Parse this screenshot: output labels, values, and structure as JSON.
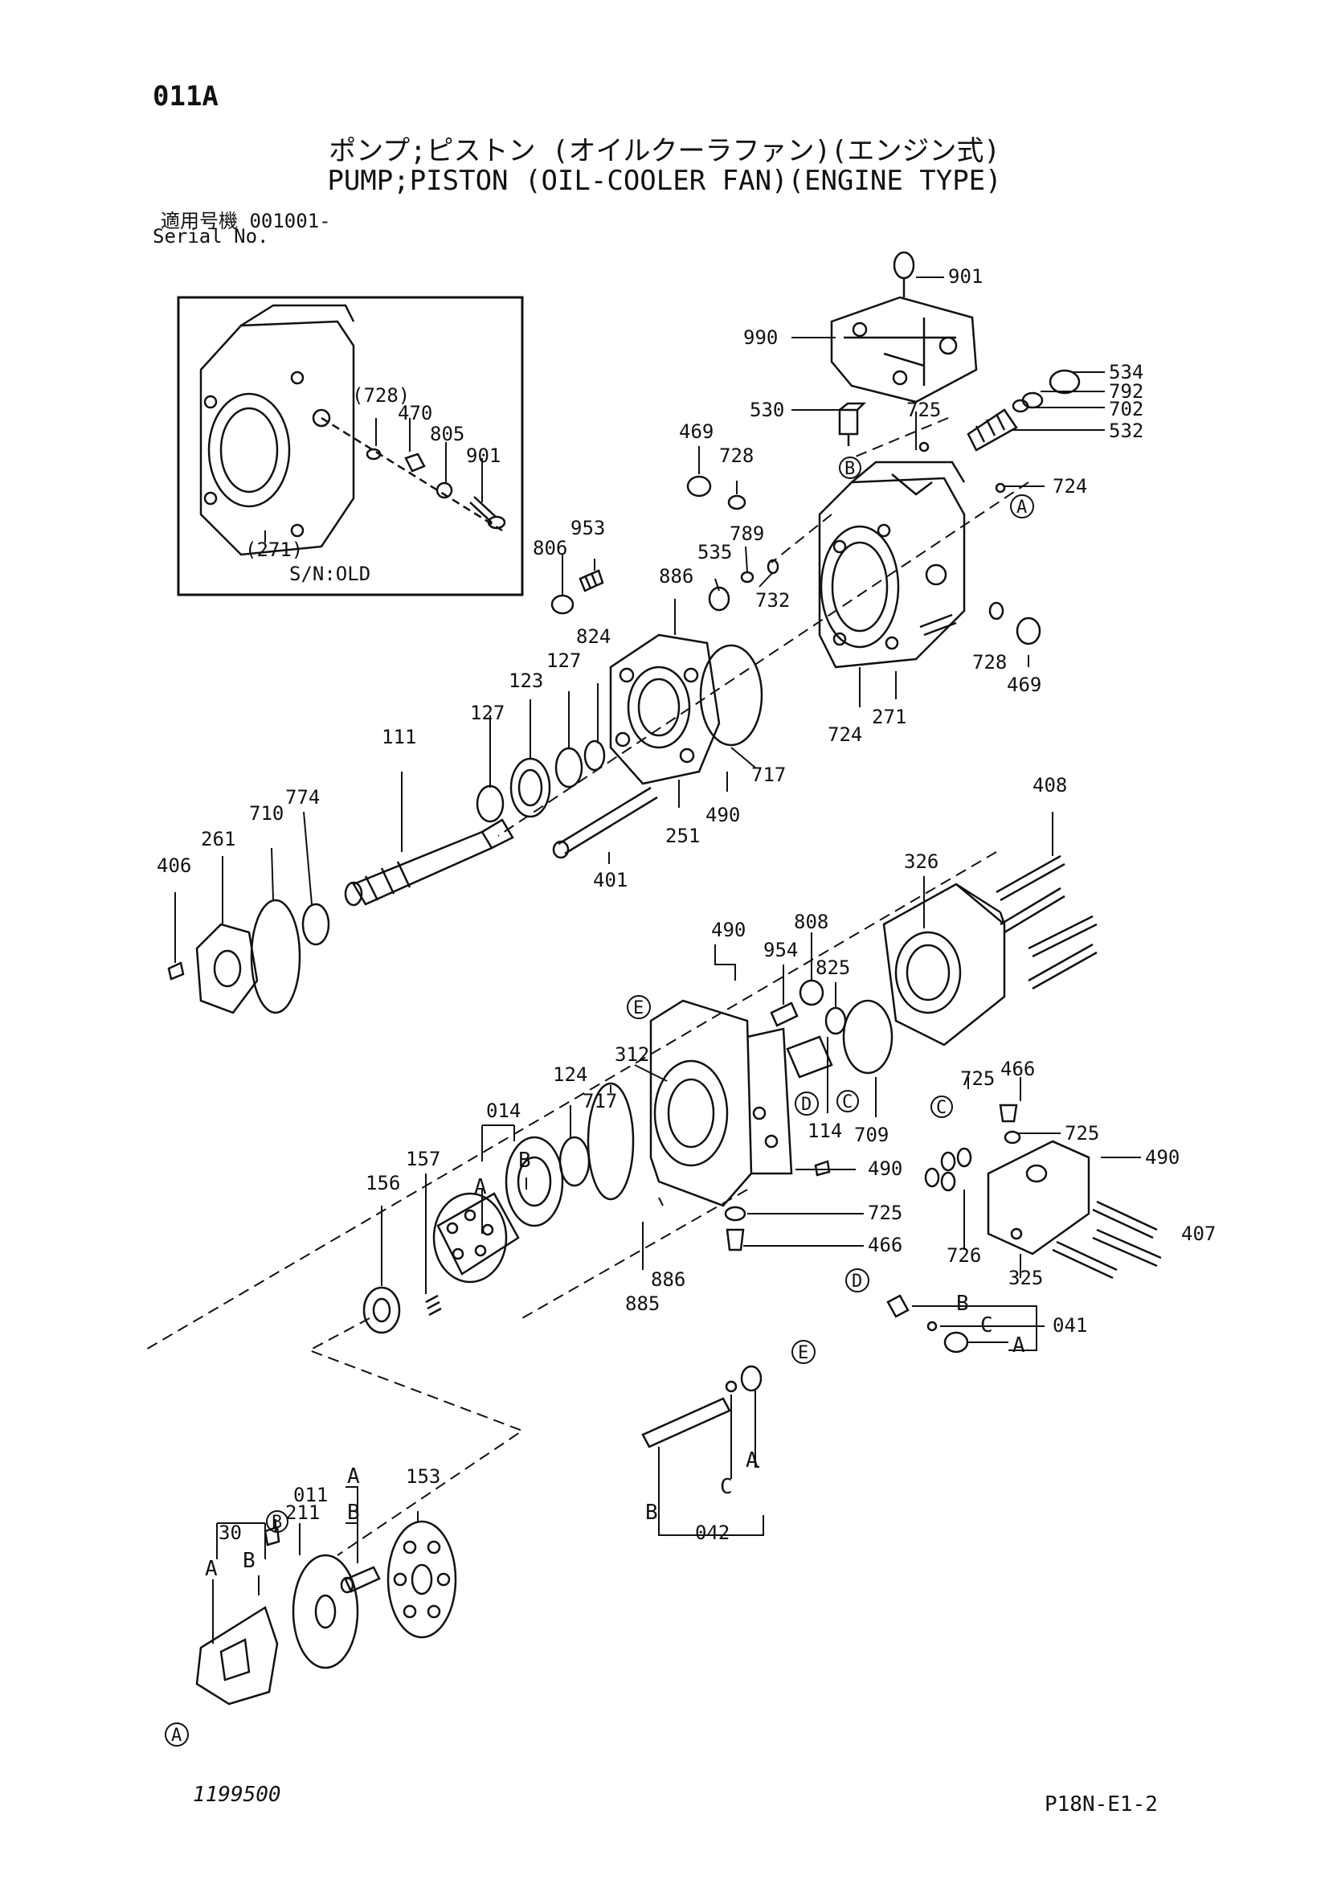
{
  "header": {
    "page_code": "011A",
    "title_jp": "ポンプ;ピストン (オイルクーラファン)(エンジン式)",
    "title_en": "PUMP;PISTON (OIL-COOLER FAN)(ENGINE TYPE)",
    "applicable_label": "適用号機",
    "applicable_serial": "001001-",
    "serial_label": "Serial No."
  },
  "inset": {
    "note": "S/N:OLD"
  },
  "footer": {
    "drawing_no": "1199500",
    "page_ref": "P18N-E1-2"
  },
  "callouts": [
    "(728)",
    "470",
    "805",
    "901",
    "(271)",
    "901",
    "990",
    "534",
    "792",
    "702",
    "532",
    "530",
    "725",
    "469",
    "728",
    "724",
    "806",
    "953",
    "886",
    "535",
    "789",
    "732",
    "824",
    "127",
    "123",
    "127",
    "111",
    "774",
    "710",
    "261",
    "406",
    "717",
    "490",
    "251",
    "401",
    "728",
    "469",
    "724",
    "271",
    "408",
    "326",
    "490",
    "808",
    "954",
    "825",
    "312",
    "114",
    "709",
    "124",
    "717",
    "014",
    "157",
    "156",
    "490",
    "725",
    "466",
    "886",
    "885",
    "725",
    "466",
    "725",
    "490",
    "407",
    "726",
    "325",
    "041",
    "042",
    "011",
    "153",
    "30",
    "211"
  ],
  "letter_tags": [
    "A",
    "B",
    "C",
    "D",
    "E"
  ],
  "group_labels": [
    "A",
    "B",
    "C"
  ]
}
